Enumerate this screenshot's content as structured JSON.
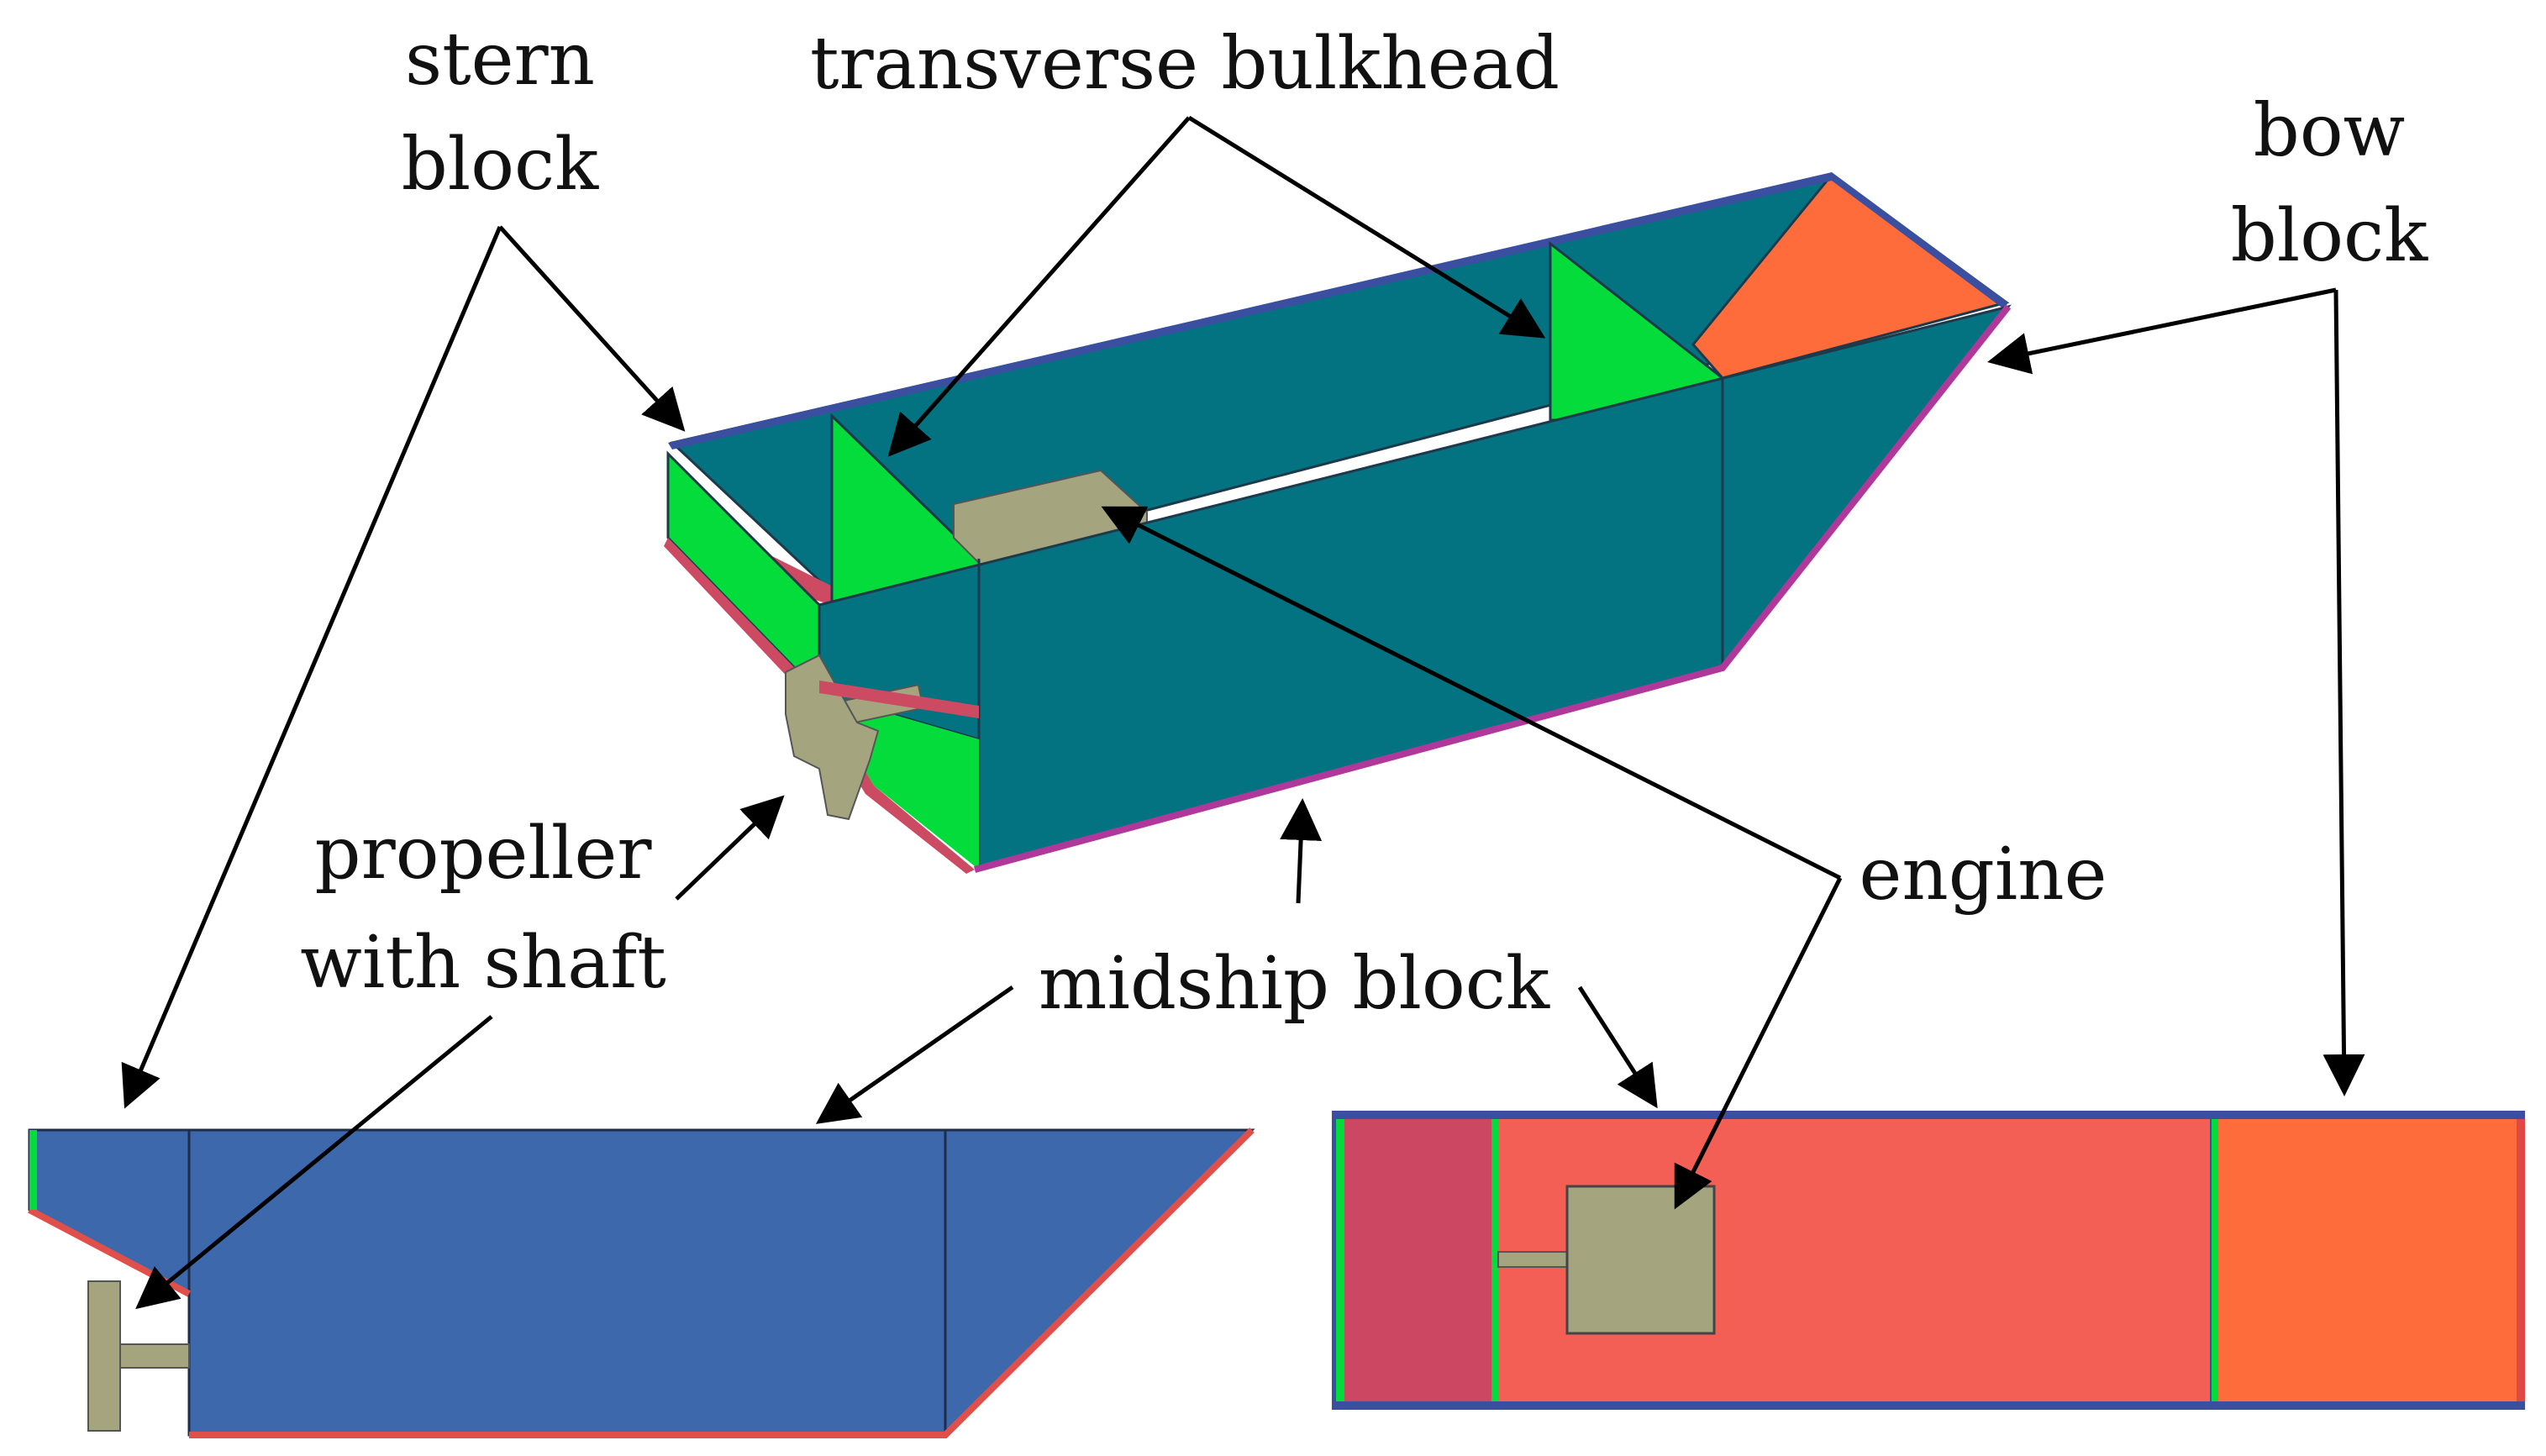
{
  "labels": {
    "stern_block": [
      "stern",
      "block"
    ],
    "transverse_bulkhead": "transverse bulkhead",
    "bow_block": [
      "bow",
      "block"
    ],
    "propeller": [
      "propeller",
      "with shaft"
    ],
    "engine": "engine",
    "midship_block": "midship block"
  },
  "colors": {
    "hull_teal": "#037281",
    "bulkhead_green": "#04dc3c",
    "bow_orange": "#ff6c3c",
    "stern_pink": "#cc4a62",
    "engine_khaki": "#a4a57f",
    "side_view_blue": "#3d68ab",
    "top_view_red": "#f45f55",
    "top_view_orange": "#ff6c3c",
    "top_view_stern": "#cb4762"
  }
}
